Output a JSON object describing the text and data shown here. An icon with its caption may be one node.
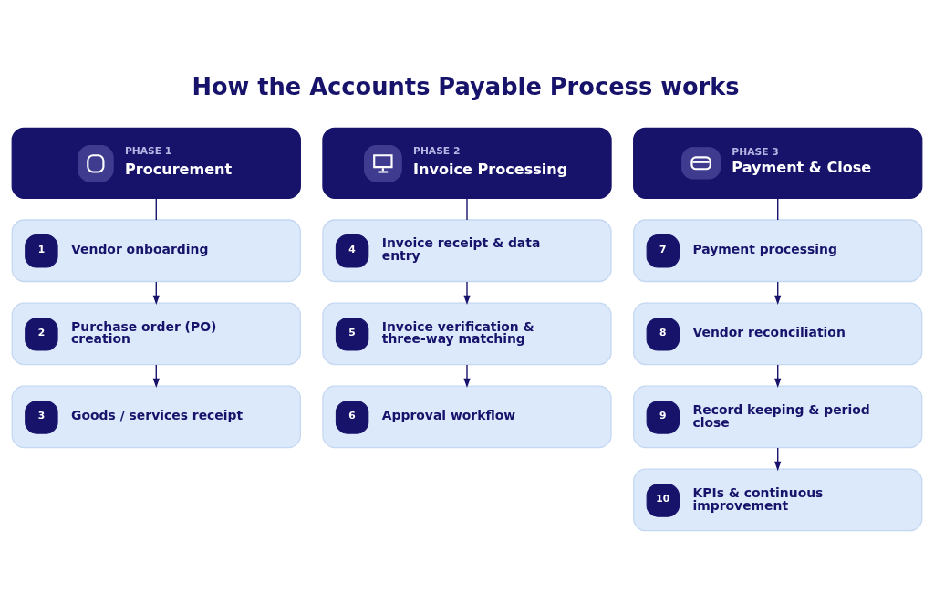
{
  "diagram": {
    "title": "How the Accounts Payable Process works",
    "nodes": [
      {
        "text": [
          "PHASE 1",
          "Procurement"
        ]
      },
      {
        "text": [
          "1",
          "Vendor onboarding"
        ]
      },
      {
        "text": [
          "2",
          "Purchase order (PO) creation"
        ]
      },
      {
        "text": [
          "3",
          "Goods / services receipt"
        ]
      },
      {
        "text": [
          "PHASE 2",
          "Invoice Processing"
        ]
      },
      {
        "text": [
          "4",
          "Invoice receipt & data entry"
        ]
      },
      {
        "text": [
          "5",
          "Invoice verification & three-way matching"
        ]
      },
      {
        "text": [
          "6",
          "Approval workflow"
        ]
      },
      {
        "text": [
          "PHASE 3",
          "Payment & Close"
        ]
      },
      {
        "text": [
          "7",
          "Payment processing"
        ]
      },
      {
        "text": [
          "8",
          "Vendor reconciliation"
        ]
      },
      {
        "text": [
          "9",
          "Record keeping & period close"
        ]
      },
      {
        "text": [
          "10",
          "KPIs & continuous improvement"
        ]
      }
    ],
    "edges": [
      {
        "from": 0,
        "to": 1,
        "arrow": "none"
      },
      {
        "from": 1,
        "to": 2,
        "arrow": "to"
      },
      {
        "from": 2,
        "to": 3,
        "arrow": "to"
      },
      {
        "from": 4,
        "to": 5,
        "arrow": "none"
      },
      {
        "from": 5,
        "to": 6,
        "arrow": "to"
      },
      {
        "from": 6,
        "to": 7,
        "arrow": "to"
      },
      {
        "from": 8,
        "to": 9,
        "arrow": "none"
      },
      {
        "from": 9,
        "to": 10,
        "arrow": "to"
      },
      {
        "from": 10,
        "to": 11,
        "arrow": "to"
      },
      {
        "from": 11,
        "to": 12,
        "arrow": "to"
      }
    ]
  }
}
